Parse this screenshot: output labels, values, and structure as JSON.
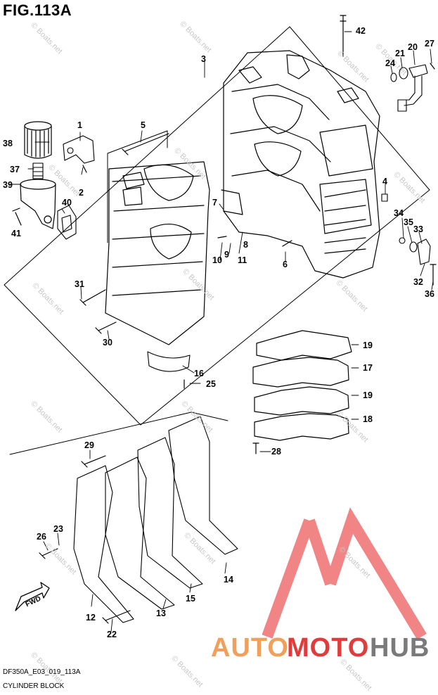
{
  "figure": {
    "title": "FIG.113A",
    "code": "DF350A_E03_019_113A",
    "name": "CYLINDER BLOCK"
  },
  "watermark": "© Boats.net",
  "logo": {
    "auto": "AUTO",
    "moto": "MOTO",
    "hub": "HUB",
    "colors": {
      "auto": "#f0a05a",
      "moto": "#e03c3c",
      "hub": "#7a7a7a",
      "mark": "#f07878"
    }
  },
  "fwd_label": "FWD",
  "callouts": [
    {
      "id": "c1",
      "label": "1"
    },
    {
      "id": "c2",
      "label": "2"
    },
    {
      "id": "c3",
      "label": "3"
    },
    {
      "id": "c4",
      "label": "4"
    },
    {
      "id": "c5",
      "label": "5"
    },
    {
      "id": "c6",
      "label": "6"
    },
    {
      "id": "c7",
      "label": "7"
    },
    {
      "id": "c8",
      "label": "8"
    },
    {
      "id": "c9",
      "label": "9"
    },
    {
      "id": "c10",
      "label": "10"
    },
    {
      "id": "c11",
      "label": "11"
    },
    {
      "id": "c12",
      "label": "12"
    },
    {
      "id": "c13",
      "label": "13"
    },
    {
      "id": "c14",
      "label": "14"
    },
    {
      "id": "c15",
      "label": "15"
    },
    {
      "id": "c16",
      "label": "16"
    },
    {
      "id": "c17",
      "label": "17"
    },
    {
      "id": "c18",
      "label": "18"
    },
    {
      "id": "c19a",
      "label": "19"
    },
    {
      "id": "c19b",
      "label": "19"
    },
    {
      "id": "c20",
      "label": "20"
    },
    {
      "id": "c21",
      "label": "21"
    },
    {
      "id": "c22",
      "label": "22"
    },
    {
      "id": "c23",
      "label": "23"
    },
    {
      "id": "c24",
      "label": "24"
    },
    {
      "id": "c25",
      "label": "25"
    },
    {
      "id": "c26",
      "label": "26"
    },
    {
      "id": "c27",
      "label": "27"
    },
    {
      "id": "c28",
      "label": "28"
    },
    {
      "id": "c29",
      "label": "29"
    },
    {
      "id": "c30",
      "label": "30"
    },
    {
      "id": "c31",
      "label": "31"
    },
    {
      "id": "c32",
      "label": "32"
    },
    {
      "id": "c33",
      "label": "33"
    },
    {
      "id": "c34",
      "label": "34"
    },
    {
      "id": "c35",
      "label": "35"
    },
    {
      "id": "c36",
      "label": "36"
    },
    {
      "id": "c37",
      "label": "37"
    },
    {
      "id": "c38",
      "label": "38"
    },
    {
      "id": "c39",
      "label": "39"
    },
    {
      "id": "c40",
      "label": "40"
    },
    {
      "id": "c41",
      "label": "41"
    },
    {
      "id": "c42",
      "label": "42"
    }
  ]
}
